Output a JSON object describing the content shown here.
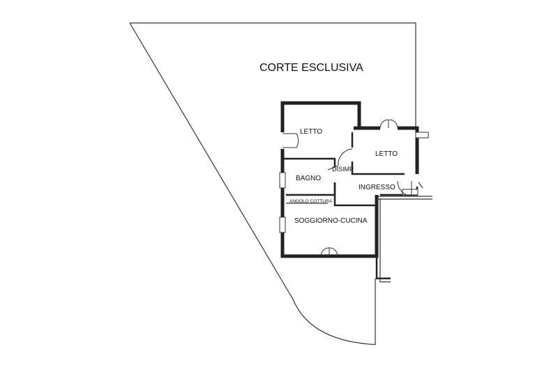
{
  "labels": {
    "courtyard": "CORTE ESCLUSIVA",
    "bedroom_1": "LETTO",
    "bedroom_2": "LETTO",
    "corridor": "DISIMP",
    "bathroom": "BAGNO",
    "entrance": "INGRESSO",
    "kitchen_corner": "ANGOLO COTTURA",
    "living_kitchen": "SOGGIORNO-CUCINA"
  },
  "colors": {
    "ink": "#222222",
    "background": "#ffffff"
  }
}
